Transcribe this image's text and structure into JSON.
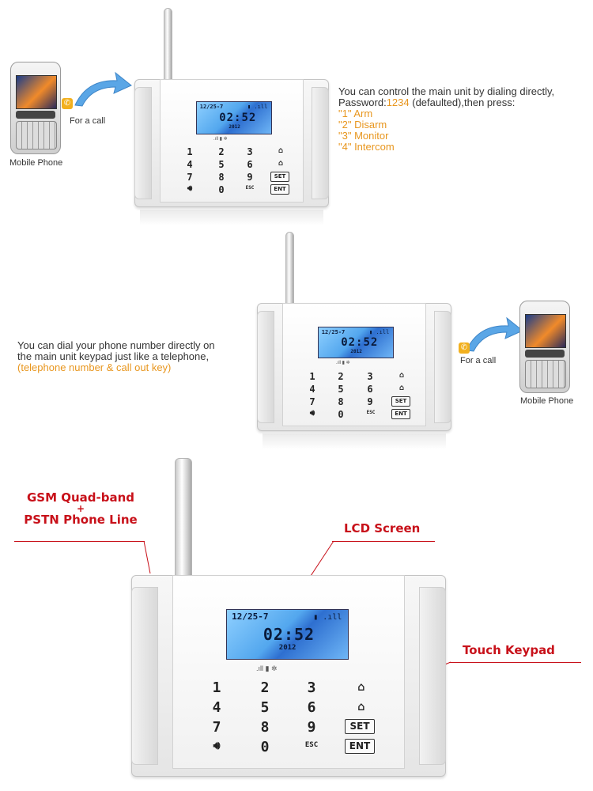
{
  "section1": {
    "phone_label": "Mobile Phone",
    "call_label": "For a call",
    "line1": "You can control the main unit by dialing directly,",
    "line2_prefix": "Password:",
    "line2_password": "1234",
    "line2_suffix": " (defaulted),then press:",
    "options": [
      "\"1\" Arm",
      "\"2\" Disarm",
      "\"3\" Monitor",
      "\"4\" Intercom"
    ]
  },
  "section2": {
    "line1": "You can dial your phone number directly on",
    "line2": "the main unit keypad just like a telephone,",
    "line3": "(telephone number & call out key)",
    "phone_label": "Mobile Phone",
    "call_label": "For a call"
  },
  "section3": {
    "gsm_line1": "GSM Quad-band",
    "gsm_plus": "+",
    "gsm_line2": "PSTN Phone Line",
    "lcd_label": "LCD Screen",
    "keypad_label": "Touch Keypad"
  },
  "lcd": {
    "date": "12/25-7",
    "time": "02:52",
    "year": "2012"
  },
  "keypad": {
    "digits": [
      "1",
      "2",
      "3",
      "4",
      "5",
      "6",
      "7",
      "8",
      "9",
      "0"
    ],
    "set": "SET",
    "ent": "ENT",
    "esc": "ESC"
  },
  "colors": {
    "accent_orange": "#e8961e",
    "label_red": "#c8111a",
    "lcd_blue": "#53a7ee"
  }
}
